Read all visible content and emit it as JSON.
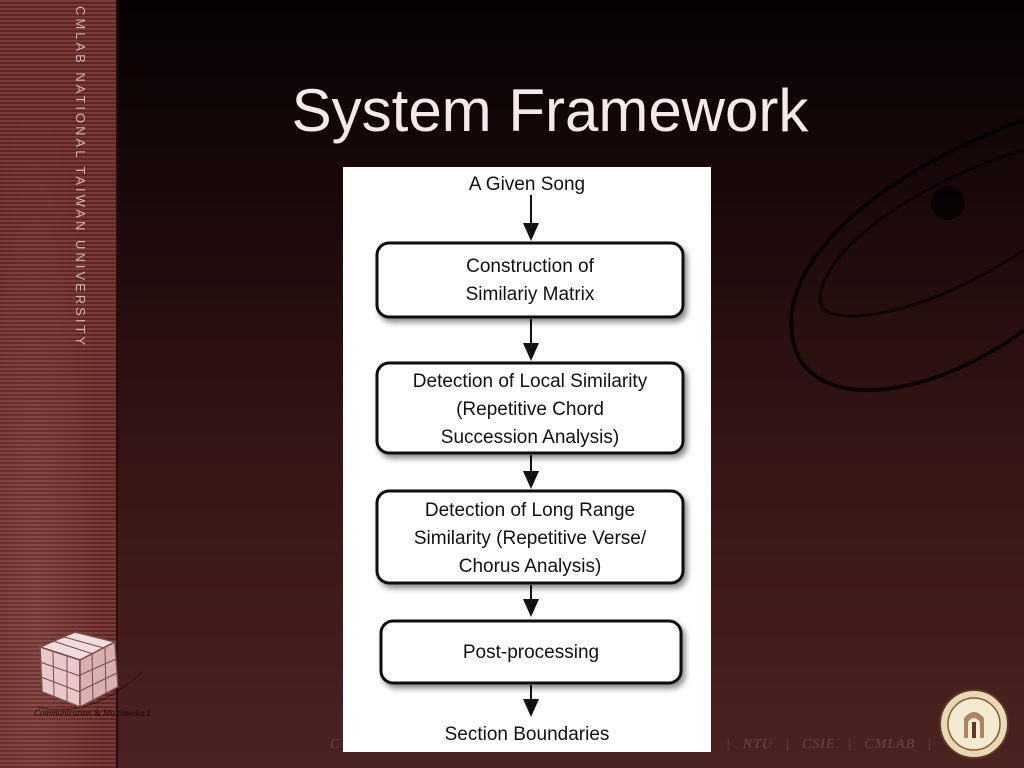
{
  "slide": {
    "title": "System Framework",
    "side_label": "CMLAB NATIONAL TAIWAN UNIVERSITY",
    "logo_text": "Communication & Multimedia Lab",
    "footer": [
      "NTU",
      "CSIE",
      "CMLAB"
    ]
  },
  "diagram": {
    "input_label": "A Given Song",
    "steps": [
      {
        "lines": [
          "Construction of",
          "Similariy Matrix"
        ]
      },
      {
        "lines": [
          "Detection of Local Similarity",
          "(Repetitive Chord",
          "Succession Analysis)"
        ]
      },
      {
        "lines": [
          "Detection of Long Range",
          "Similarity (Repetitive Verse/",
          "Chorus Analysis)"
        ]
      },
      {
        "lines": [
          "Post-processing"
        ]
      }
    ],
    "output_label": "Section Boundaries"
  },
  "colors": {
    "title": "#f6e9ea",
    "band": "#7a3a37",
    "box_border": "#111111"
  }
}
